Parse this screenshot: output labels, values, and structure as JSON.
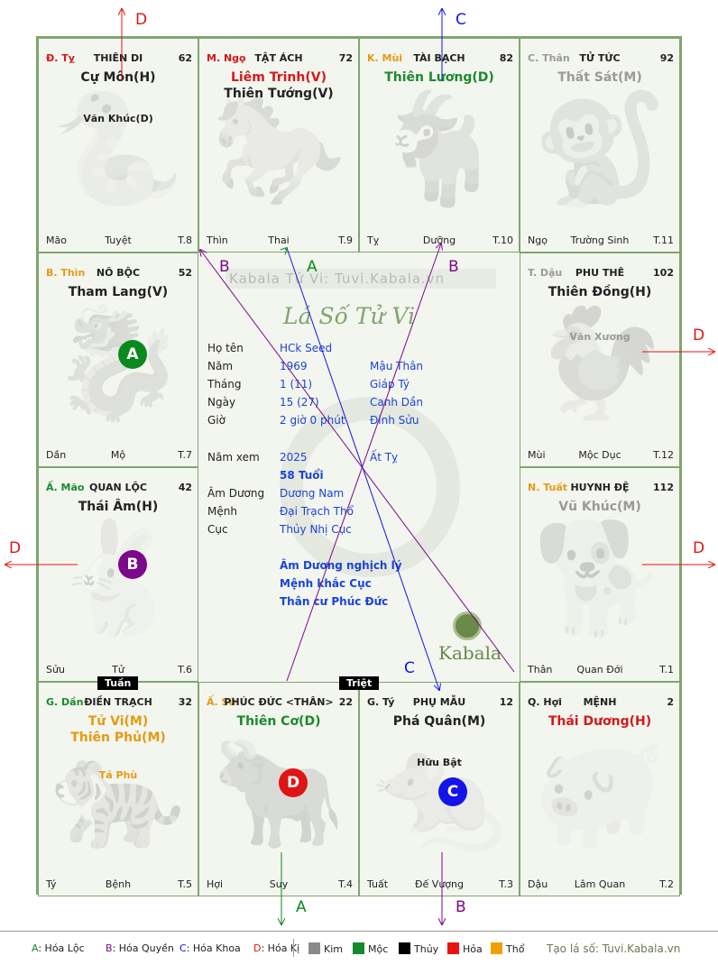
{
  "palaces": [
    {
      "id": "ty",
      "branch": "Đ. Tỵ",
      "branch_color": "#d31a1a",
      "name": "THIÊN DI",
      "age": "62",
      "stars": [
        {
          "t": "Cự Môn(H)",
          "c": "#222"
        }
      ],
      "minor": [
        {
          "t": "Văn Khúc(D)",
          "c": "#222"
        }
      ],
      "bl": "Mão",
      "bc": "Tuyệt",
      "br": "T.8"
    },
    {
      "id": "ngo",
      "branch": "M. Ngọ",
      "branch_color": "#d31a1a",
      "name": "TẬT ÁCH",
      "age": "72",
      "stars": [
        {
          "t": "Liêm Trinh(V)",
          "c": "#d31a1a"
        },
        {
          "t": "Thiên Tướng(V)",
          "c": "#222"
        }
      ],
      "minor": [],
      "bl": "Thìn",
      "bc": "Thai",
      "br": "T.9"
    },
    {
      "id": "mui",
      "branch": "K. Mùi",
      "branch_color": "#e39b12",
      "name": "TÀI BẠCH",
      "age": "82",
      "stars": [
        {
          "t": "Thiên Lương(D)",
          "c": "#1b8a2e"
        }
      ],
      "minor": [],
      "bl": "Tỵ",
      "bc": "Dưỡng",
      "br": "T.10"
    },
    {
      "id": "than",
      "branch": "C. Thân",
      "branch_color": "#9a9a9a",
      "name": "TỬ TỨC",
      "age": "92",
      "stars": [
        {
          "t": "Thất Sát(M)",
          "c": "#9a9a9a"
        }
      ],
      "minor": [],
      "bl": "Ngọ",
      "bc": "Trường Sinh",
      "br": "T.11"
    },
    {
      "id": "thin",
      "branch": "B. Thìn",
      "branch_color": "#e39b12",
      "name": "NÔ BỘC",
      "age": "52",
      "stars": [
        {
          "t": "Tham Lang(V)",
          "c": "#222"
        }
      ],
      "minor": [],
      "bl": "Dần",
      "bc": "Mộ",
      "br": "T.7"
    },
    {
      "id": "dau",
      "branch": "T. Dậu",
      "branch_color": "#9a9a9a",
      "name": "PHU THÊ",
      "age": "102",
      "stars": [
        {
          "t": "Thiên Đồng(H)",
          "c": "#222"
        }
      ],
      "minor": [
        {
          "t": "Văn Xương",
          "c": "#9a9a9a"
        }
      ],
      "bl": "Mùi",
      "bc": "Mộc Dục",
      "br": "T.12"
    },
    {
      "id": "mao",
      "branch": "Ấ. Mão",
      "branch_color": "#1b8a2e",
      "name": "QUAN LỘC",
      "age": "42",
      "stars": [
        {
          "t": "Thái Âm(H)",
          "c": "#222"
        }
      ],
      "minor": [],
      "bl": "Sửu",
      "bc": "Tử",
      "br": "T.6"
    },
    {
      "id": "tuat",
      "branch": "N. Tuất",
      "branch_color": "#e39b12",
      "name": "HUYNH ĐỆ",
      "age": "112",
      "stars": [
        {
          "t": "Vũ Khúc(M)",
          "c": "#9a9a9a"
        }
      ],
      "minor": [],
      "bl": "Thân",
      "bc": "Quan Đới",
      "br": "T.1"
    },
    {
      "id": "dan",
      "branch": "G. Dần",
      "branch_color": "#1b8a2e",
      "name": "ĐIỀN TRẠCH",
      "age": "32",
      "stars": [
        {
          "t": "Tử Vi(M)",
          "c": "#e39b12"
        },
        {
          "t": "Thiên Phủ(M)",
          "c": "#e39b12"
        }
      ],
      "minor": [
        {
          "t": "Tả Phù",
          "c": "#e39b12"
        }
      ],
      "bl": "Tý",
      "bc": "Bệnh",
      "br": "T.5"
    },
    {
      "id": "suu",
      "branch": "Ấ. Sử",
      "branch_color": "#e39b12",
      "name": "PHÚC ĐỨC <THÂN>",
      "age": "22",
      "stars": [
        {
          "t": "Thiên Cơ(D)",
          "c": "#1b8a2e"
        }
      ],
      "minor": [],
      "bl": "Hợi",
      "bc": "Suy",
      "br": "T.4"
    },
    {
      "id": "tys",
      "branch": "G. Tý",
      "branch_color": "#222",
      "name": "PHỤ MẪU",
      "age": "12",
      "stars": [
        {
          "t": "Phá Quân(M)",
          "c": "#222"
        }
      ],
      "minor": [
        {
          "t": "Hữu Bật",
          "c": "#222"
        }
      ],
      "bl": "Tuất",
      "bc": "Đế Vượng",
      "br": "T.3"
    },
    {
      "id": "hoi",
      "branch": "Q. Hợi",
      "branch_color": "#222",
      "name": "MỆNH",
      "age": "2",
      "stars": [
        {
          "t": "Thái Dương(H)",
          "c": "#d31a1a"
        }
      ],
      "minor": [],
      "bl": "Dậu",
      "bc": "Lâm Quan",
      "br": "T.2"
    }
  ],
  "circles": [
    {
      "t": "A",
      "c": "#0a8a1e"
    },
    {
      "t": "B",
      "c": "#7a0a8a"
    },
    {
      "t": "D",
      "c": "#e01414"
    },
    {
      "t": "C",
      "c": "#1414e8"
    }
  ],
  "tags": {
    "tuan": "Tuần",
    "triet": "Triệt"
  },
  "center": {
    "watermark": "Kabala Tử Vi: Tuvi.Kabala.vn",
    "logo": "Lá Số Tử Vi",
    "brand": "Kabala",
    "rows": [
      {
        "k": "Họ tên",
        "v": "HCk Seed",
        "e": ""
      },
      {
        "k": "Năm",
        "v": "1969",
        "e": "Mậu Thân"
      },
      {
        "k": "Tháng",
        "v": "1  (11)",
        "e": "Giáp Tý"
      },
      {
        "k": "Ngày",
        "v": "15  (27)",
        "e": "Canh Dần"
      },
      {
        "k": "Giờ",
        "v": "2 giờ 0 phút",
        "e": "Đinh Sửu"
      }
    ],
    "nam_xem_k": "Năm xem",
    "nam_xem_v": "2025",
    "nam_xem_e": "Ất Tỵ",
    "tuoi": "58 Tuổi",
    "rows2": [
      {
        "k": "Âm Dương",
        "v": "Dương Nam"
      },
      {
        "k": "Mệnh",
        "v": "Đại Trạch Thổ"
      },
      {
        "k": "Cục",
        "v": "Thủy Nhị Cục"
      }
    ],
    "notes": [
      "Âm Dương nghịch lý",
      "Mệnh khắc Cục",
      "Thân cư Phúc Đức"
    ]
  },
  "arrow_labels": {
    "d_top": "D",
    "c_top": "C",
    "d_right_upper": "D",
    "d_right_lower": "D",
    "d_left": "D",
    "a_bottom": "A",
    "b_bottom": "B",
    "b1": "B",
    "a_mid": "A",
    "b2": "B",
    "c_mid": "C"
  },
  "legend": {
    "hoa": [
      {
        "k": "A",
        "v": ": Hóa Lộc",
        "c": "#0a8a1e"
      },
      {
        "k": "B",
        "v": ": Hóa Quyền",
        "c": "#7a0a8a"
      },
      {
        "k": "C",
        "v": ": Hóa Khoa",
        "c": "#1414e8"
      },
      {
        "k": "D",
        "v": ": Hóa Kị",
        "c": "#e01414"
      }
    ],
    "elements": [
      {
        "n": "Kim",
        "c": "#8a8a8a"
      },
      {
        "n": "Mộc",
        "c": "#138a2e"
      },
      {
        "n": "Thủy",
        "c": "#000000"
      },
      {
        "n": "Hỏa",
        "c": "#e81414"
      },
      {
        "n": "Thổ",
        "c": "#f0a000"
      }
    ],
    "site": "Tạo lá số: Tuvi.Kabala.vn"
  }
}
